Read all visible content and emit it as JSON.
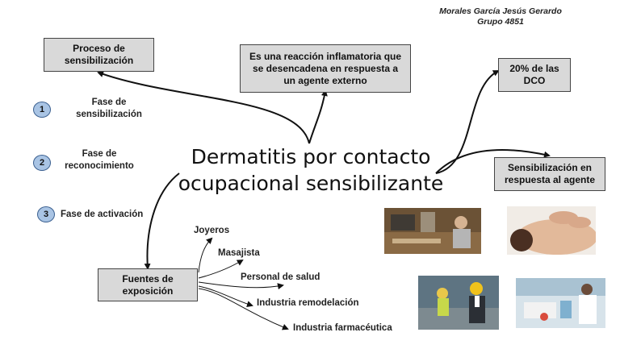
{
  "header": {
    "author": "Morales García Jesús Gerardo",
    "group": "Grupo 4851"
  },
  "title": {
    "line1": "Dermatitis por contacto",
    "line2": "ocupacional sensibilizante"
  },
  "boxes": {
    "process": {
      "line1": "Proceso de",
      "line2": "sensibilización"
    },
    "definition": {
      "line1": "Es una reacción inflamatoria que",
      "line2": "se desencadena en respuesta a",
      "line3": "un agente externo"
    },
    "percent": {
      "line1": "20% de las",
      "line2": "DCO"
    },
    "sensitization": {
      "line1": "Sensibilización en",
      "line2": "respuesta al agente"
    },
    "sources": {
      "line1": "Fuentes de",
      "line2": "exposición"
    }
  },
  "phases": [
    {
      "number": "1",
      "line1": "Fase de",
      "line2": "sensibilización"
    },
    {
      "number": "2",
      "line1": "Fase de",
      "line2": "reconocimiento"
    },
    {
      "number": "3",
      "line1": "Fase de activación",
      "line2": ""
    }
  ],
  "sources": [
    "Joyeros",
    "Masajista",
    "Personal de salud",
    "Industria remodelación",
    "Industria farmacéutica"
  ],
  "colors": {
    "box_fill": "#d9d9d9",
    "phase_circle": "#a9c4e4",
    "phase_border": "#3a5f8f"
  }
}
